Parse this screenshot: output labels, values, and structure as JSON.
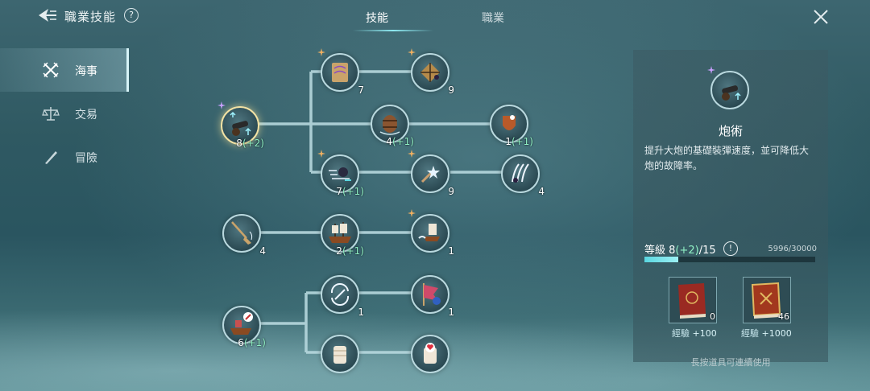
{
  "header": {
    "title": "職業技能",
    "help": "?",
    "tabs": [
      {
        "label": "技能",
        "active": true
      },
      {
        "label": "職業",
        "active": false
      }
    ]
  },
  "sidebar": {
    "items": [
      {
        "label": "海事",
        "icon": "crossed-swords-icon",
        "active": true
      },
      {
        "label": "交易",
        "icon": "scales-icon",
        "active": false
      },
      {
        "label": "冒險",
        "icon": "quill-icon",
        "active": false
      }
    ]
  },
  "tree": {
    "nodes": [
      {
        "id": "cannon",
        "icon": "cannon-icon",
        "level": "8",
        "bonus": "(+2)",
        "selected": true
      },
      {
        "id": "scroll",
        "icon": "scroll-icon",
        "level": "7",
        "bonus": ""
      },
      {
        "id": "kite",
        "icon": "kite-icon",
        "level": "9",
        "bonus": ""
      },
      {
        "id": "barrel",
        "icon": "barrel-icon",
        "level": "4",
        "bonus": "(+1)"
      },
      {
        "id": "shield",
        "icon": "shield-icon",
        "level": "1",
        "bonus": "(+1)"
      },
      {
        "id": "cannonball",
        "icon": "cannonball-icon",
        "level": "7",
        "bonus": "(+1)"
      },
      {
        "id": "spark-cannon",
        "icon": "spark-icon",
        "level": "9",
        "bonus": ""
      },
      {
        "id": "claw",
        "icon": "claw-icon",
        "level": "4",
        "bonus": ""
      },
      {
        "id": "oar",
        "icon": "oar-icon",
        "level": "4",
        "bonus": ""
      },
      {
        "id": "ship",
        "icon": "ship-icon",
        "level": "2",
        "bonus": "(+1)"
      },
      {
        "id": "sail-ship",
        "icon": "sail-ship-icon",
        "level": "1",
        "bonus": ""
      },
      {
        "id": "repair-ship",
        "icon": "repair-ship-icon",
        "level": "6",
        "bonus": "(+1)"
      },
      {
        "id": "rotate",
        "icon": "rotate-icon",
        "level": "1",
        "bonus": ""
      },
      {
        "id": "flag",
        "icon": "flag-icon",
        "level": "1",
        "bonus": ""
      },
      {
        "id": "bandage",
        "icon": "bandage-icon",
        "level": "",
        "bonus": ""
      },
      {
        "id": "bandage-heart",
        "icon": "bandage-heart-icon",
        "level": "",
        "bonus": ""
      }
    ]
  },
  "panel": {
    "skill_name": "炮術",
    "description": "提升大炮的基礎裝彈速度，並可降低大炮的故障率。",
    "level_label": "等級 8",
    "level_bonus": "(+2)",
    "level_max": "/15",
    "level_info": "!",
    "exp_text": "5996/30000",
    "exp_fraction": 0.2,
    "books": [
      {
        "icon": "red-book-icon",
        "count": "0",
        "label": "經驗",
        "value": "+100"
      },
      {
        "icon": "gold-book-icon",
        "count": "46",
        "label": "經驗",
        "value": "+1000"
      }
    ],
    "hint": "長按道具可連續使用"
  },
  "colors": {
    "accent": "#8ee8f0",
    "bonus": "#8ff0c4",
    "selected_ring": "#f2e2a4"
  }
}
